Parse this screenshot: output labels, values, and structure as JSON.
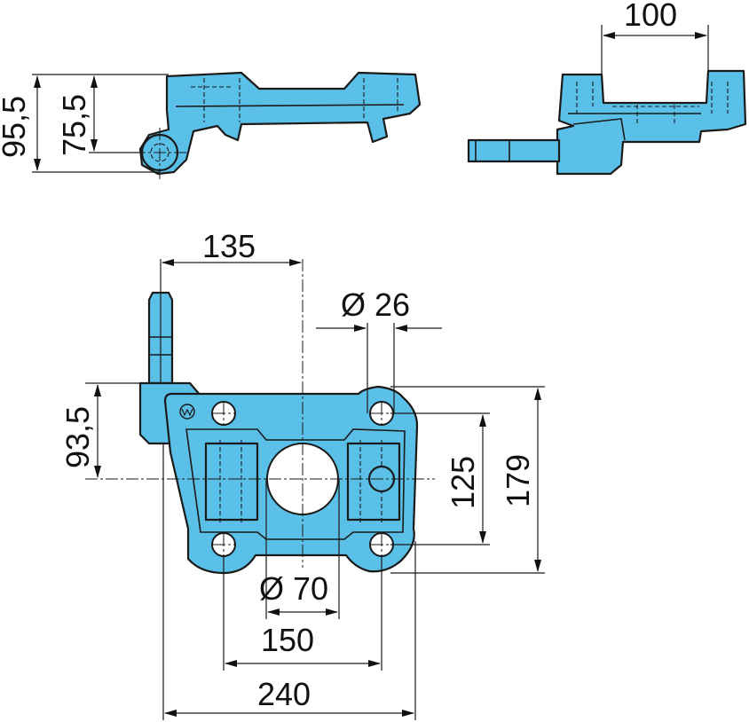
{
  "dimensions": {
    "side_height_total": "95,5",
    "side_height_pin": "75,5",
    "rear_width": "100",
    "pin_offset": "135",
    "hole_diameter": "Ø 26",
    "pin_height": "93,5",
    "inner_vertical": "125",
    "outer_vertical": "179",
    "bore_diameter": "Ø 70",
    "inner_horizontal": "150",
    "outer_horizontal": "240"
  },
  "colors": {
    "part_fill": "#5bc0e8",
    "line": "#1a1a1a"
  },
  "icons": [
    "arrowhead",
    "logo-mark"
  ]
}
